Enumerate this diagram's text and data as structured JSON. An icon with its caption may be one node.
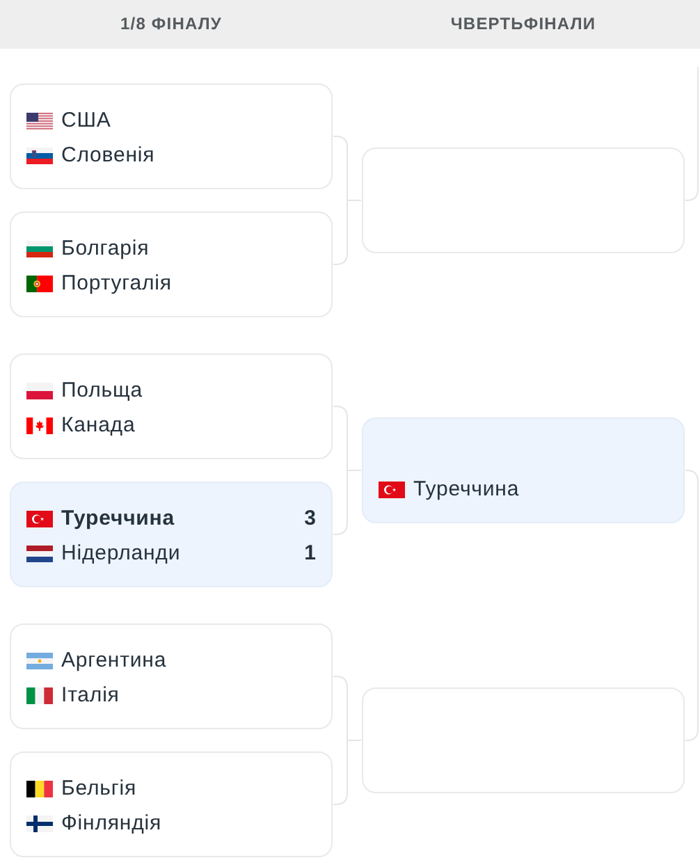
{
  "diagram": {
    "nodes": [
      {
        "text": [
          "США",
          "Словенія"
        ]
      },
      {
        "text": [
          "Болгарія",
          "Португалія"
        ]
      },
      {
        "text": [
          "Польща",
          "Канада"
        ]
      },
      {
        "text": [
          "Туреччина",
          "3",
          "Нідерланди",
          "1"
        ]
      },
      {
        "text": [
          "Аргентина",
          "Італія"
        ]
      },
      {
        "text": [
          "Бельгія",
          "Фінляндія"
        ]
      },
      {
        "text": [],
        "shape": "box"
      },
      {
        "text": [
          "Туреччина"
        ]
      },
      {
        "text": [],
        "shape": "box"
      }
    ],
    "edges": [
      {
        "from": 0,
        "to": 6,
        "arrow": "none"
      },
      {
        "from": 1,
        "to": 6,
        "arrow": "none"
      },
      {
        "from": 2,
        "to": 7,
        "arrow": "none"
      },
      {
        "from": 3,
        "to": 7,
        "arrow": "none"
      },
      {
        "from": 4,
        "to": 8,
        "arrow": "none"
      },
      {
        "from": 5,
        "to": 8,
        "arrow": "none"
      },
      {
        "from": 6,
        "to": null,
        "arrow": "none"
      },
      {
        "from": 7,
        "to": null,
        "arrow": "none"
      },
      {
        "from": 8,
        "to": null,
        "arrow": "none"
      }
    ],
    "labels": [
      "1/8 ФІНАЛУ",
      "ЧВЕРТЬФІНАЛИ"
    ]
  }
}
